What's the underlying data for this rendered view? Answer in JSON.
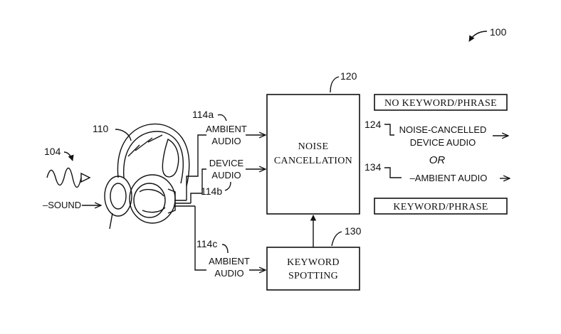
{
  "figure_ref": "100",
  "headphones": {
    "ref": "110"
  },
  "sound": {
    "ref": "104",
    "label": "SOUND"
  },
  "inputs": {
    "ambient_a": {
      "ref": "114a",
      "line1": "AMBIENT",
      "line2": "AUDIO"
    },
    "device_b": {
      "ref": "114b",
      "line1": "DEVICE",
      "line2": "AUDIO"
    },
    "ambient_c": {
      "ref": "114c",
      "line1": "AMBIENT",
      "line2": "AUDIO"
    }
  },
  "noise_cancellation": {
    "ref": "120",
    "line1": "NOISE",
    "line2": "CANCELLATION"
  },
  "keyword_spotting": {
    "ref": "130",
    "line1": "KEYWORD",
    "line2": "SPOTTING"
  },
  "outputs": {
    "no_keyword_label": "NO KEYWORD/PHRASE",
    "cancelled": {
      "ref": "124",
      "line1": "NOISE-CANCELLED",
      "line2": "DEVICE AUDIO"
    },
    "or_label": "OR",
    "ambient": {
      "ref": "134",
      "label": "AMBIENT AUDIO"
    },
    "keyword_label": "KEYWORD/PHRASE"
  }
}
